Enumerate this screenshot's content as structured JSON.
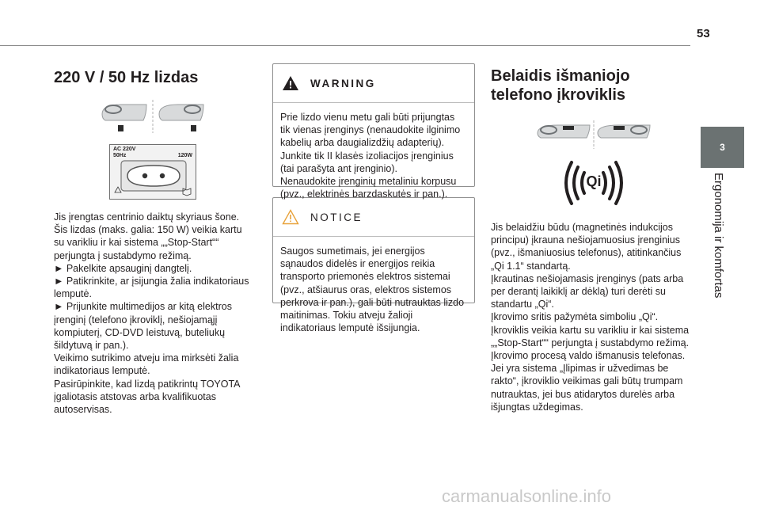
{
  "page": {
    "number": "53"
  },
  "side_tab": {
    "number": "3",
    "title": "Ergonomija ir komfortas"
  },
  "left_column": {
    "heading": "220 V / 50 Hz lizdas",
    "socket_label_left": "AC 220V",
    "socket_label_left2": "50Hz",
    "socket_label_right": "120W",
    "body": "Jis įrengtas centrinio daiktų skyriaus šone.\nŠis lizdas (maks. galia: 150 W) veikia kartu su varikliu ir kai sistema „„Stop-Start““ perjungta į sustabdymo režimą.\n► Pakelkite apsauginį dangtelį.\n► Patikrinkite, ar įsijungia žalia indikatoriaus lemputė.\n► Prijunkite multimedijos ar kitą elektros įrenginį (telefono įkroviklį, nešiojamąjį kompiuterį, CD-DVD leistuvą, buteliukų šildytuvą ir pan.).\nVeikimo sutrikimo atveju ima mirksėti žalia indikatoriaus lemputė.\nPasirūpinkite, kad lizdą patikrintų TOYOTA įgaliotasis atstovas arba kvalifikuotas autoservisas."
  },
  "warning": {
    "label": "WARNING",
    "body": "Prie lizdo vienu metu gali būti prijungtas tik vienas įrenginys (nenaudokite ilginimo kabelių arba daugializdžių adapterių).\nJunkite tik II klasės izoliacijos įrenginius (tai parašyta ant įrenginio).\nNenaudokite įrenginių metaliniu korpusu (pvz., elektrinės barzdaskutės ir pan.)."
  },
  "notice": {
    "label": "NOTICE",
    "body": "Saugos sumetimais, jei energijos sąnaudos didelės ir energijos reikia transporto priemonės elektros sistemai (pvz., atšiaurus oras, elektros sistemos perkrova ir pan.), gali būti nutrauktas lizdo maitinimas. Tokiu atveju žalioji indikatoriaus lemputė išsijungia."
  },
  "right_column": {
    "heading": "Belaidis išmaniojo telefono įkroviklis",
    "qi_label": "Qi",
    "body": "Jis belaidžiu būdu (magnetinės indukcijos principu) įkrauna nešiojamuosius įrenginius (pvz., išmaniuosius telefonus), atitinkančius „Qi 1.1“ standartą.\nĮkrautinas nešiojamasis įrenginys (pats arba per derantį laikiklį ar dėklą) turi derėti su standartu „Qi“.\nĮkrovimo sritis pažymėta simboliu „Qi“.\nĮkroviklis veikia kartu su varikliu ir kai sistema „„Stop-Start““ perjungta į sustabdymo režimą.\nĮkrovimo procesą valdo išmanusis telefonas.\nJei yra sistema „Įlipimas ir užvedimas be rakto“, įkroviklio veikimas gali būtų trumpam nutrauktas, jei bus atidarytos durelės arba išjungtas uždegimas."
  },
  "watermark": "carmanualsonline.info",
  "colors": {
    "side_tab": "#6b7272",
    "warning_accent": "#231f20",
    "notice_accent": "#e8a23a",
    "rule": "#8c8c8c"
  }
}
